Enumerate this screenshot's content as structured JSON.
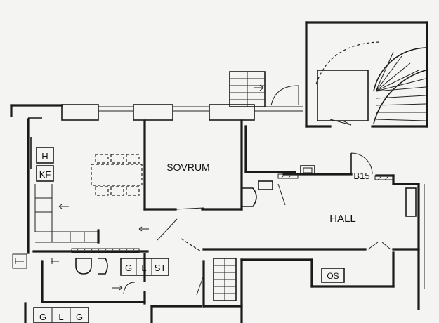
{
  "rooms": {
    "sovrum": "SOVRUM",
    "hall": "HALL"
  },
  "kitchen": {
    "h": "H",
    "kf": "KF"
  },
  "bathroom": {
    "g": "G",
    "l": "L",
    "st": "ST"
  },
  "storage": {
    "g1": "G",
    "l": "L",
    "g2": "G"
  },
  "labels": {
    "b15": "B15",
    "os": "OS"
  }
}
